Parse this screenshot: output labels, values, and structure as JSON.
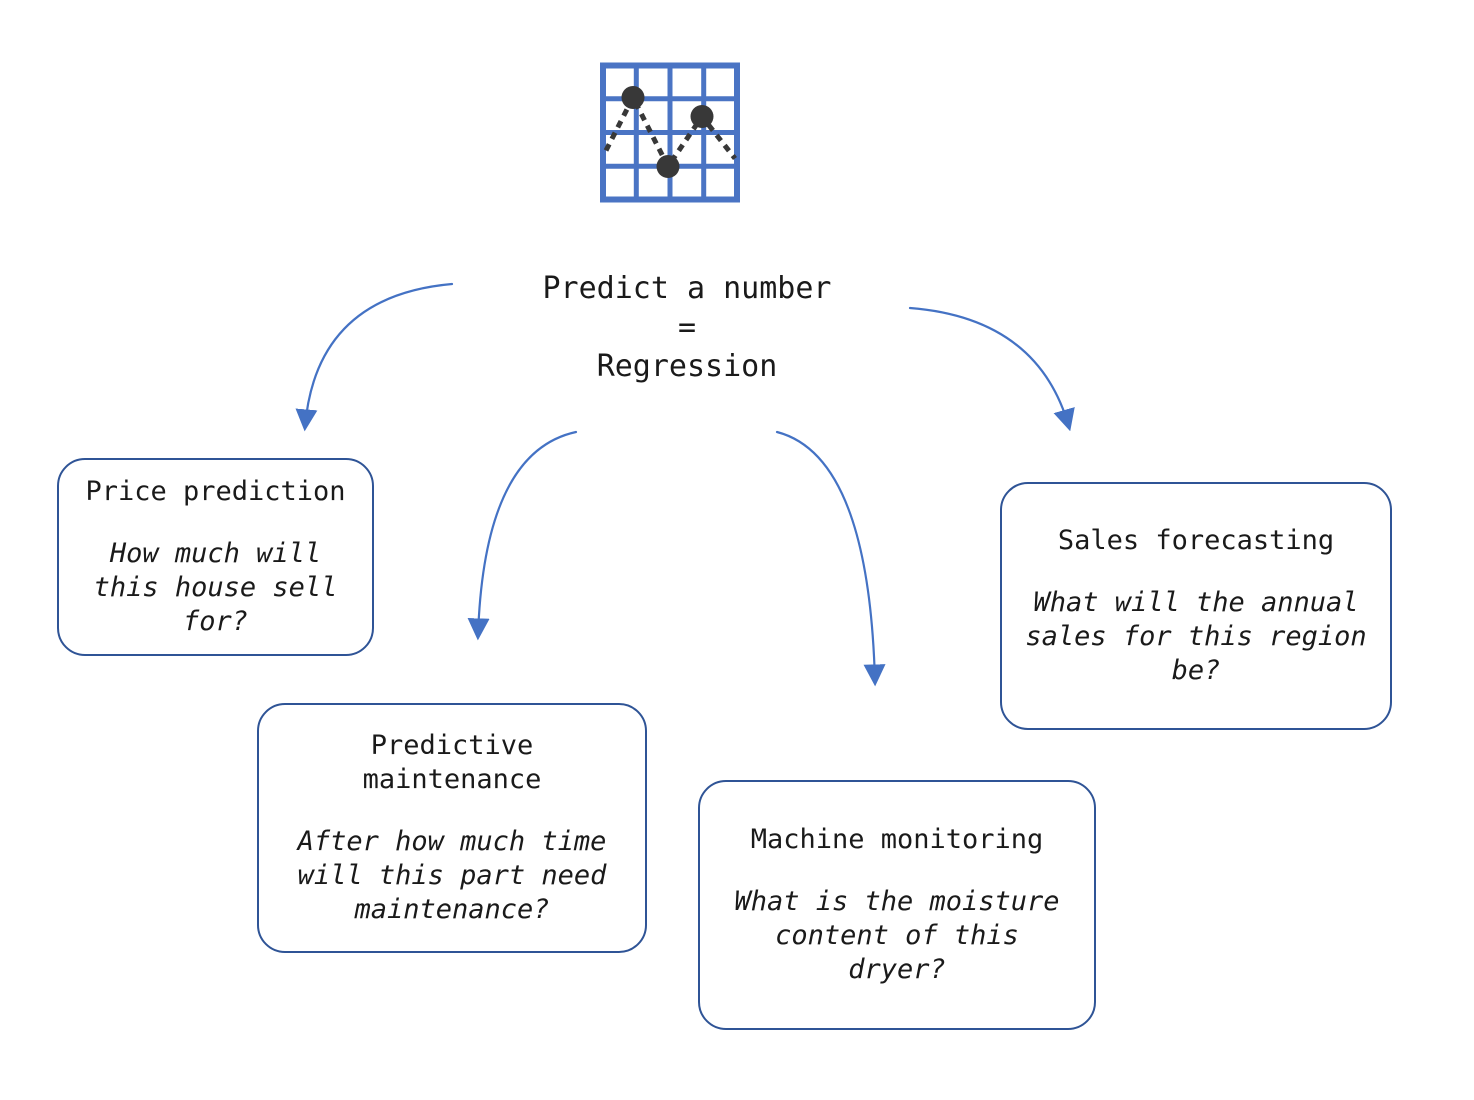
{
  "title": {
    "text": "Predict a number\n=\nRegression"
  },
  "icon": {
    "name": "line-chart-icon",
    "description": "4x4 blue grid with three dark points connected by a dashed zigzag line"
  },
  "colors": {
    "arrow": "#4472C4",
    "box_border": "#2F5496",
    "icon_grid": "#4A74C4",
    "icon_points": "#383838",
    "text": "#1A1A1A"
  },
  "nodes": [
    {
      "id": "price-prediction",
      "heading": "Price prediction",
      "question": "How much will\nthis house sell\nfor?"
    },
    {
      "id": "predictive-maintenance",
      "heading": "Predictive\nmaintenance",
      "question": "After how much time\nwill this part need\nmaintenance?"
    },
    {
      "id": "machine-monitoring",
      "heading": "Machine monitoring",
      "question": "What is the moisture\ncontent of this\ndryer?"
    },
    {
      "id": "sales-forecasting",
      "heading": "Sales forecasting",
      "question": "What will the annual\nsales for this region\nbe?"
    }
  ]
}
